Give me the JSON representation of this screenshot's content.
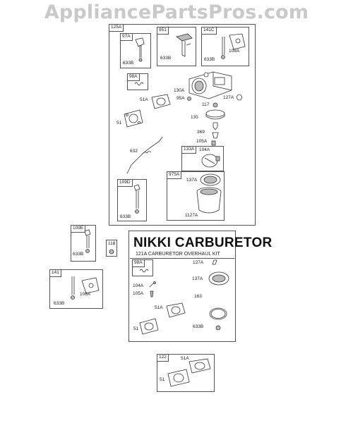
{
  "watermark": "AppliancePartsPros.com",
  "main_group": {
    "tag": "125A",
    "panels": {
      "p97A": {
        "tag": "97A",
        "part": "633B"
      },
      "p951": {
        "tag": "951",
        "part": "633B"
      },
      "p141C": {
        "tag": "141C",
        "part1": "108A",
        "part2": "633B"
      },
      "p98A": {
        "tag": "98A"
      },
      "p133A": {
        "tag": "133A",
        "part": "104A"
      },
      "p975A": {
        "tag": "975A",
        "part1": "137A",
        "part2": "1127A"
      },
      "p109D": {
        "tag": "109D",
        "part": "633B"
      }
    },
    "labels": {
      "l51A": "51A",
      "l51": "51",
      "l130A": "130A",
      "l95A": "95A",
      "l127A": "127A",
      "l117": "117",
      "l135": "135",
      "l369": "369",
      "l105A": "105A",
      "l632": "632"
    }
  },
  "box109E": {
    "tag": "109E",
    "part": "633B"
  },
  "box118": {
    "tag": "118"
  },
  "box141": {
    "tag": "141",
    "part1": "108A",
    "part2": "633B"
  },
  "kit": {
    "title": "NIKKI CARBURETOR",
    "subtitle": "121A CARBURETOR OVERHAUL KIT",
    "p98A": {
      "tag": "98A"
    },
    "labels": {
      "l104A": "104A",
      "l105A": "105A",
      "l51A": "51A",
      "l51": "51",
      "l127A": "127A",
      "l137A": "137A",
      "l163": "163",
      "l633B": "633B"
    }
  },
  "box122": {
    "tag": "122",
    "part1": "51A",
    "part2": "51"
  }
}
